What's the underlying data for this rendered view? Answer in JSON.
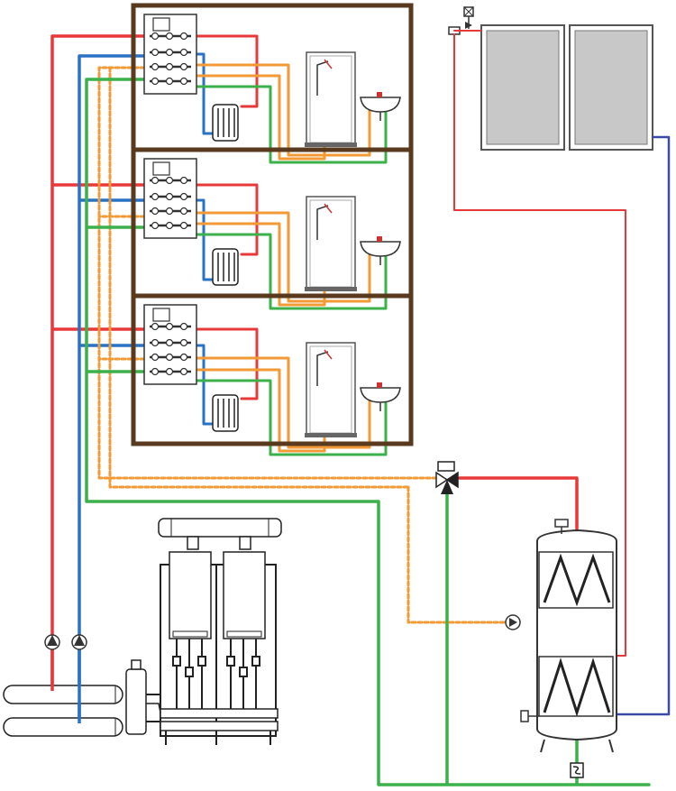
{
  "colors": {
    "heating_flow": "#e8393a",
    "heating_return": "#2a73c4",
    "hot_water": "#f29a35",
    "cold_water": "#3cb04a",
    "solar_return": "#3b4aa8",
    "building": "#5a3a1e",
    "equipment_line": "#222222",
    "collector_fill": "#c9c9c9"
  },
  "floors": [
    {
      "id": "floor-3",
      "fixtures": [
        "manifold-unit",
        "radiator",
        "shower-cabin",
        "wash-basin"
      ]
    },
    {
      "id": "floor-2",
      "fixtures": [
        "manifold-unit",
        "radiator",
        "shower-cabin",
        "wash-basin"
      ]
    },
    {
      "id": "floor-1",
      "fixtures": [
        "manifold-unit",
        "radiator",
        "shower-cabin",
        "wash-basin"
      ]
    }
  ],
  "plant_room": {
    "collector_panels": 2,
    "boilers": 2,
    "circulation_pumps": 3,
    "header_pipes": 2,
    "storage_tank_coils": 2
  },
  "icons": [
    "pump-icon",
    "three-way-valve-icon",
    "air-vent-icon",
    "expansion-valve-icon",
    "flue-pipe-icon"
  ]
}
